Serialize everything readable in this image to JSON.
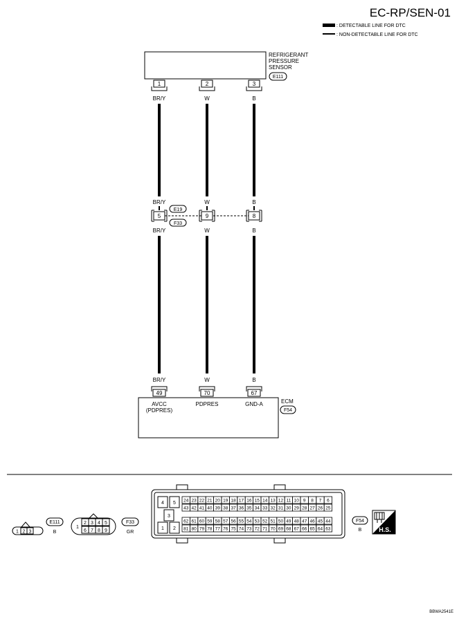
{
  "header": {
    "title": "EC-RP/SEN-01",
    "legend": [
      ": DETECTABLE LINE FOR DTC",
      ": NON-DETECTABLE LINE FOR DTC"
    ]
  },
  "sensor": {
    "name_lines": [
      "REFRIGERANT",
      "PRESSURE",
      "SENSOR"
    ],
    "connector": "E111",
    "pins": [
      "1",
      "2",
      "3"
    ]
  },
  "wires": [
    {
      "top_color": "BR/Y",
      "mid_top": "BR/Y",
      "mid_bottom": "BR/Y",
      "bottom_color": "BR/Y",
      "junction_pin": "5",
      "ecm_pin": "49",
      "ecm_label_lines": [
        "AVCC",
        "(PDPRES)"
      ]
    },
    {
      "top_color": "W",
      "mid_top": "W",
      "mid_bottom": "W",
      "bottom_color": "W",
      "junction_pin": "9",
      "ecm_pin": "70",
      "ecm_label_lines": [
        "PDPRES"
      ]
    },
    {
      "top_color": "B",
      "mid_top": "B",
      "mid_bottom": "B",
      "bottom_color": "B",
      "junction_pin": "8",
      "ecm_pin": "67",
      "ecm_label_lines": [
        "GND-A"
      ]
    }
  ],
  "junction": {
    "upper": "E19",
    "lower": "F33"
  },
  "ecm": {
    "name": "ECM",
    "connector": "F54"
  },
  "connector_views": {
    "e111": {
      "id": "E111",
      "color": "B",
      "pins": [
        "1",
        "2",
        "3"
      ]
    },
    "f33": {
      "id": "F33",
      "color": "GR",
      "pin_left": "1",
      "top_row": [
        "2",
        "3",
        "4",
        "5"
      ],
      "bottom_row": [
        "6",
        "7",
        "8",
        "9"
      ]
    },
    "f54": {
      "id": "F54",
      "color": "B",
      "left_pins": [
        "4",
        "5",
        "3",
        "1",
        "2"
      ],
      "rows": [
        [
          "24",
          "23",
          "22",
          "21",
          "20",
          "19",
          "18",
          "17",
          "16",
          "15",
          "14",
          "13",
          "12",
          "11",
          "10",
          "9",
          "8",
          "7",
          "6"
        ],
        [
          "43",
          "42",
          "41",
          "40",
          "39",
          "38",
          "37",
          "36",
          "35",
          "34",
          "33",
          "32",
          "31",
          "30",
          "29",
          "28",
          "27",
          "26",
          "25"
        ],
        [
          "62",
          "61",
          "60",
          "59",
          "58",
          "57",
          "56",
          "55",
          "54",
          "53",
          "52",
          "51",
          "50",
          "49",
          "48",
          "47",
          "46",
          "45",
          "44"
        ],
        [
          "81",
          "80",
          "79",
          "78",
          "77",
          "76",
          "75",
          "74",
          "73",
          "72",
          "71",
          "70",
          "69",
          "68",
          "67",
          "66",
          "65",
          "64",
          "63"
        ]
      ]
    }
  },
  "hs_badge": "H.S.",
  "footer_code": "BBWA2541E"
}
